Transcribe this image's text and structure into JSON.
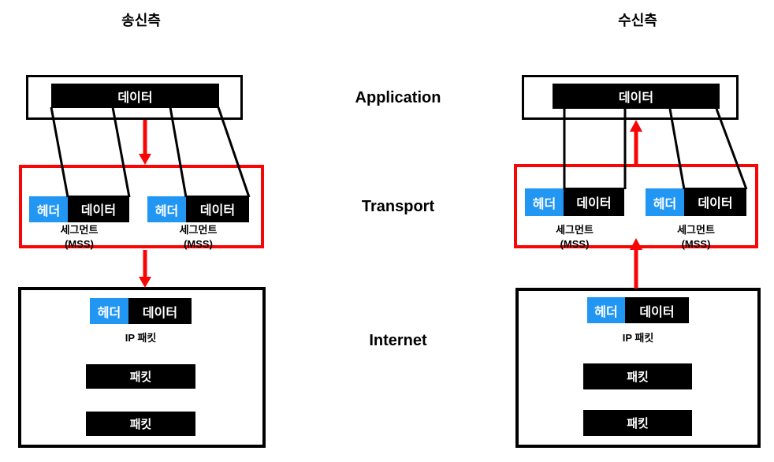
{
  "diagram": {
    "layers": [
      {
        "label": "Application"
      },
      {
        "label": "Transport"
      },
      {
        "label": "Internet"
      }
    ],
    "sender": {
      "title": "송신측",
      "application": {
        "data": "데이터"
      },
      "transport": {
        "segments": [
          {
            "header": "헤더",
            "data": "데이터",
            "caption": "세그먼트",
            "mss": "(MSS)"
          },
          {
            "header": "헤더",
            "data": "데이터",
            "caption": "세그먼트",
            "mss": "(MSS)"
          }
        ]
      },
      "internet": {
        "packet_segment": {
          "header": "헤더",
          "data": "데이터"
        },
        "ip_label": "IP 패킷",
        "packets": [
          "패킷",
          "패킷"
        ]
      }
    },
    "receiver": {
      "title": "수신측",
      "application": {
        "data": "데이터"
      },
      "transport": {
        "segments": [
          {
            "header": "헤더",
            "data": "데이터",
            "caption": "세그먼트",
            "mss": "(MSS)"
          },
          {
            "header": "헤더",
            "data": "데이터",
            "caption": "세그먼트",
            "mss": "(MSS)"
          }
        ]
      },
      "internet": {
        "packet_segment": {
          "header": "헤더",
          "data": "데이터"
        },
        "ip_label": "IP 패킷",
        "packets": [
          "패킷",
          "패킷"
        ]
      }
    },
    "colors": {
      "header_blue": "#2196f3",
      "flow_red": "#f80505",
      "data_black": "#000000"
    }
  }
}
